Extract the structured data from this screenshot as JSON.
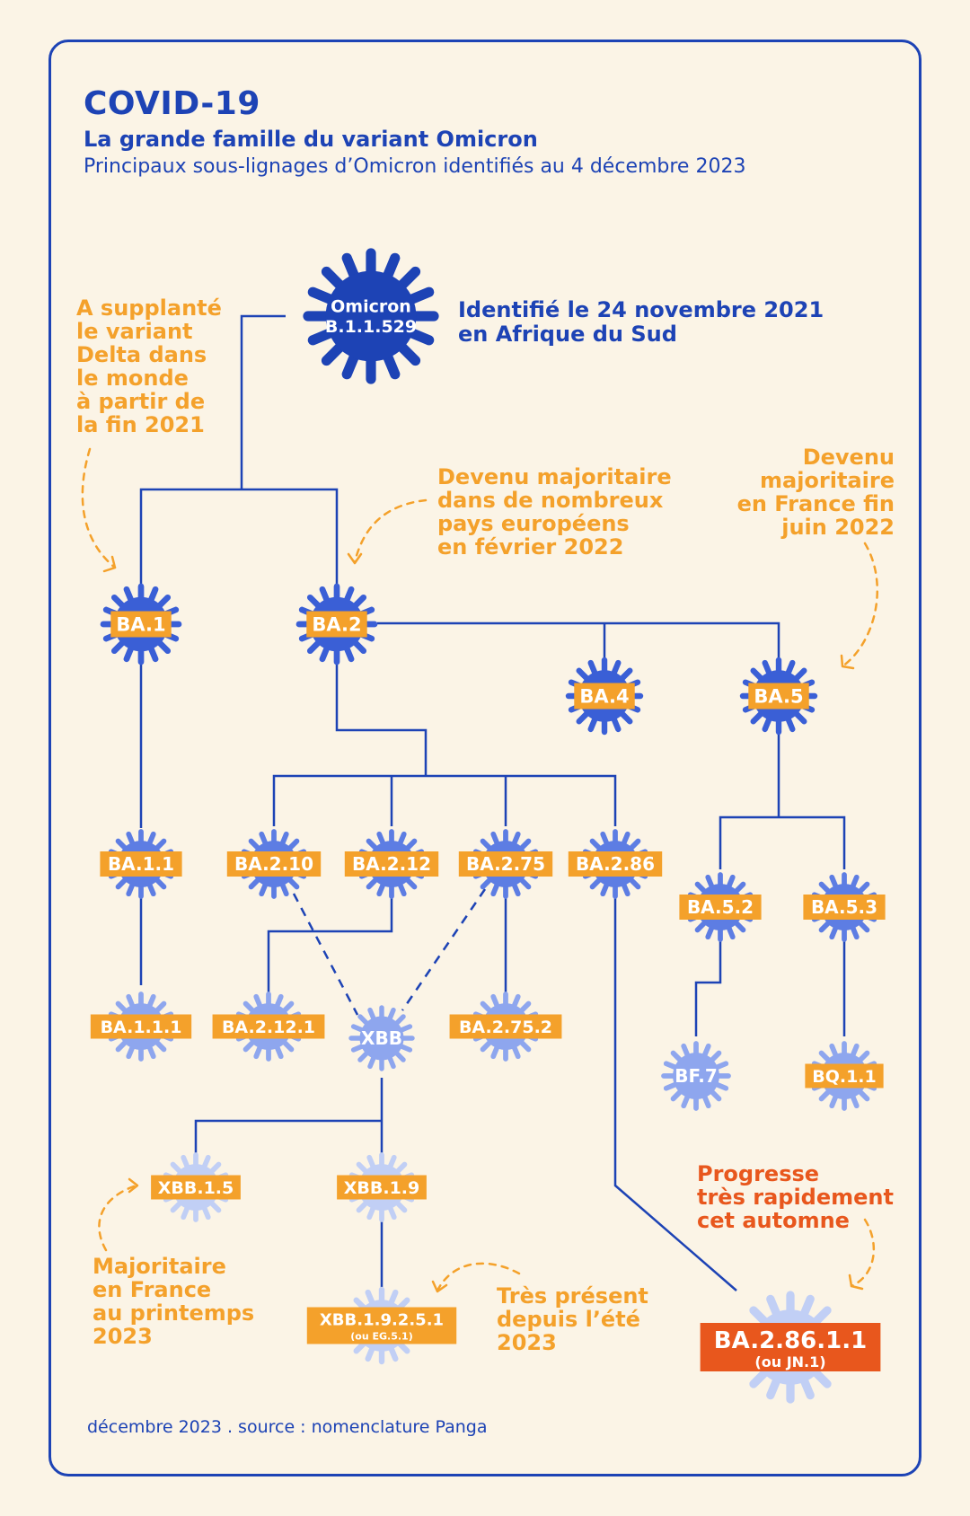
{
  "header": {
    "title": "COVID-19",
    "subtitle": "La grande famille du variant Omicron",
    "subtitle2": "Principaux sous-lignages d’Omicron identifiés au 4 décembre 2023"
  },
  "nodes": {
    "omicron": [
      "Omicron",
      "B.1.1.529"
    ],
    "ba1": [
      "BA.1"
    ],
    "ba2": [
      "BA.2"
    ],
    "ba4": [
      "BA.4"
    ],
    "ba5": [
      "BA.5"
    ],
    "ba11": [
      "BA.1.1"
    ],
    "ba210": [
      "BA.2.10"
    ],
    "ba212": [
      "BA.2.12"
    ],
    "ba275": [
      "BA.2.75"
    ],
    "ba286": [
      "BA.2.86"
    ],
    "ba52": [
      "BA.5.2"
    ],
    "ba53": [
      "BA.5.3"
    ],
    "ba111": [
      "BA.1.1.1"
    ],
    "ba2121": [
      "BA.2.12.1"
    ],
    "xbb": [
      "XBB"
    ],
    "ba2752": [
      "BA.2.75.2"
    ],
    "bf7": [
      "BF.7"
    ],
    "bq11": [
      "BQ.1.1"
    ],
    "xbb15": [
      "XBB.1.5"
    ],
    "xbb19": [
      "XBB.1.9"
    ],
    "xbb19251": [
      "XBB.1.9.2.5.1",
      "(ou EG.5.1)"
    ],
    "ba28611": [
      "BA.2.86.1.1",
      "(ou JN.1)"
    ]
  },
  "notes": {
    "omicron_id": "Identifié le 24 novembre 2021\nen Afrique du Sud",
    "delta": "A supplanté\nle variant\nDelta dans\nle monde\nà partir de\nla fin 2021",
    "ba2_eu": "Devenu majoritaire\ndans de nombreux\npays européens\nen février 2022",
    "ba5_fr": "Devenu\nmajoritaire\nen France fin\njuin 2022",
    "jn1": "Progresse\ntrès rapidement\ncet automne",
    "eg51": "Très présent\ndepuis l’été\n2023",
    "xbb15": "Majoritaire\nen France\nau printemps\n2023"
  },
  "footer": {
    "source": "décembre 2023 . source : nomenclature Panga"
  },
  "colors": {
    "navy": "#1d43b5",
    "blue": "#3a5fd6",
    "mid": "#5d7de3",
    "light": "#8ea6ee",
    "pale": "#c1cff5",
    "orange": "#f4a12b",
    "red": "#e8571d",
    "background": "#fbf4e6"
  }
}
